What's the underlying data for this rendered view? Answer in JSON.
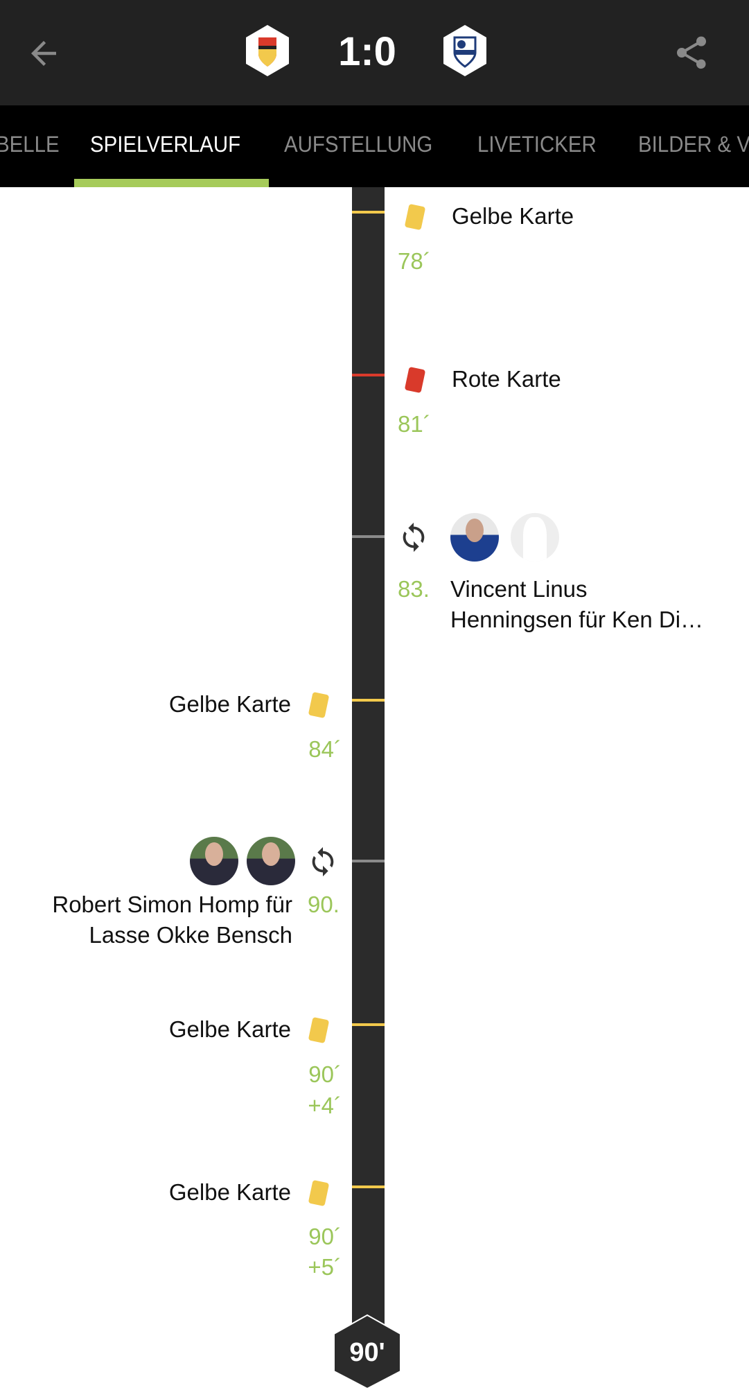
{
  "header": {
    "score": "1:0",
    "home_team_logo": "home-team-crest",
    "away_team_logo": "away-team-crest"
  },
  "tabs": [
    "BELLE",
    "SPIELVERLAUF",
    "AUFSTELLUNG",
    "LIVETICKER",
    "BILDER & V"
  ],
  "colors": {
    "accent": "#a6cb5a",
    "yellow": "#f2c94c",
    "red": "#d93a2b",
    "timeline": "#2b2b2b"
  },
  "events": [
    {
      "side": "right",
      "type": "yellow",
      "label": "Gelbe Karte",
      "minute": "78´"
    },
    {
      "side": "right",
      "type": "red",
      "label": "Rote Karte",
      "minute": "81´"
    },
    {
      "side": "right",
      "type": "sub",
      "minute": "83.",
      "line1": "Vincent Linus",
      "line2": "Henningsen für Ken Di…"
    },
    {
      "side": "left",
      "type": "yellow",
      "label": "Gelbe Karte",
      "minute": "84´"
    },
    {
      "side": "left",
      "type": "sub",
      "minute": "90.",
      "line1": "Robert Simon Homp für",
      "line2": "Lasse Okke Bensch"
    },
    {
      "side": "left",
      "type": "yellow",
      "label": "Gelbe Karte",
      "minute": "90´",
      "extra": "+4´"
    },
    {
      "side": "left",
      "type": "yellow",
      "label": "Gelbe Karte",
      "minute": "90´",
      "extra": "+5´"
    }
  ],
  "end_marker": "90'"
}
